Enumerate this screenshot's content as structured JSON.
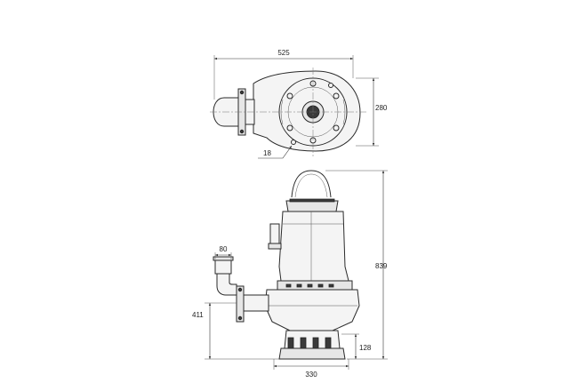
{
  "top_view": {
    "dim_width": "525",
    "dim_height": "280",
    "dim_hole": "18"
  },
  "side_view": {
    "dim_outlet": "80",
    "dim_total_height": "839",
    "dim_outlet_height": "411",
    "dim_base_height": "128",
    "dim_base_width": "330"
  }
}
